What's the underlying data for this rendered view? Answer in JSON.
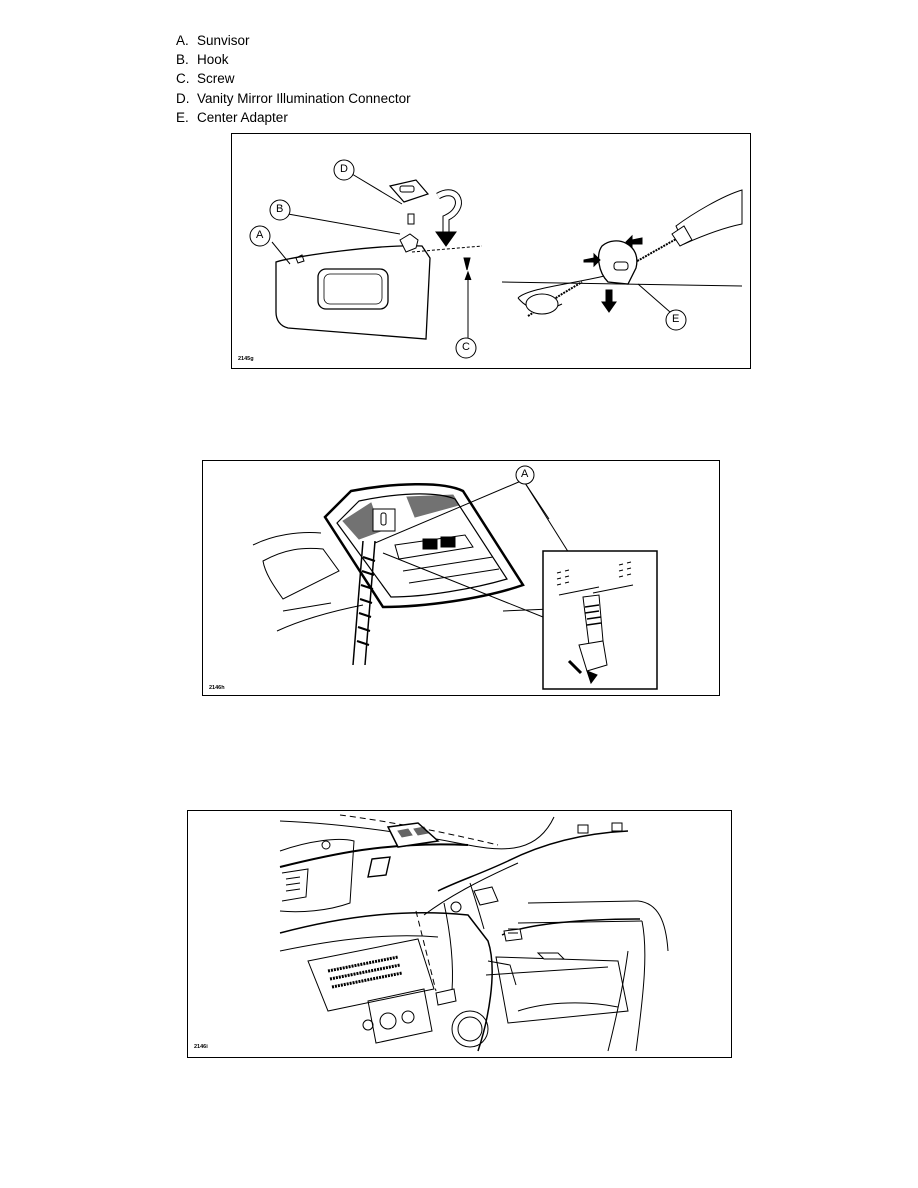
{
  "legend": [
    {
      "letter": "A.",
      "label": "Sunvisor"
    },
    {
      "letter": "B.",
      "label": "Hook"
    },
    {
      "letter": "C.",
      "label": "Screw"
    },
    {
      "letter": "D.",
      "label": "Vanity Mirror Illumination Connector"
    },
    {
      "letter": "E.",
      "label": "Center Adapter"
    }
  ],
  "figures": [
    {
      "code": "2145g",
      "callouts": [
        "A",
        "B",
        "C",
        "D",
        "E"
      ]
    },
    {
      "code": "2146h",
      "callouts": [
        "A"
      ]
    },
    {
      "code": "2146i",
      "callouts": []
    }
  ]
}
